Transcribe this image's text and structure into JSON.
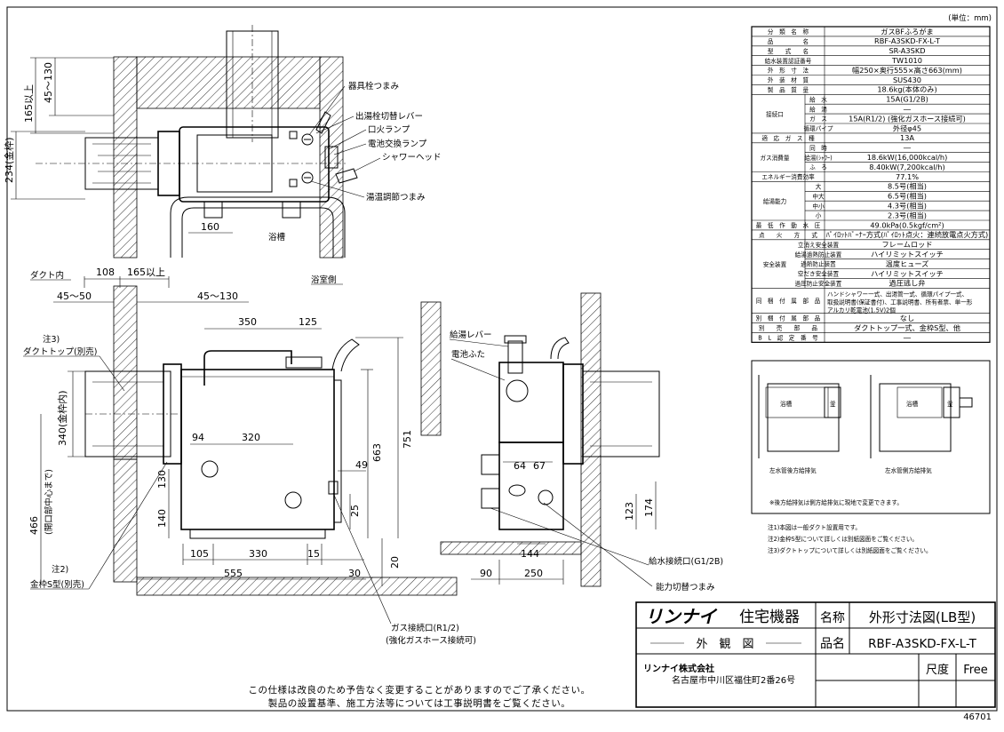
{
  "unit_note": "(単位：mm)",
  "spec_table": {
    "rows": [
      {
        "label": "分　類　名　称",
        "value": "ガスBFふろがま"
      },
      {
        "label": "品　　　　　名",
        "value": "RBF-A3SKD-FX-L-T"
      },
      {
        "label": "型　　式　　名",
        "value": "SR-A3SKD"
      },
      {
        "label": "給水装置認証番号",
        "value": "TW1010"
      },
      {
        "label": "外　形　寸　法",
        "value": "幅250×奥行555×高さ663(mm)"
      },
      {
        "label": "外　装　材　質",
        "value": "SUS430"
      },
      {
        "label": "製　品　質　量",
        "value": "18.6kg(本体のみ)"
      },
      {
        "group": "接続口",
        "label": "給　水",
        "value": "15A(G1/2B)"
      },
      {
        "group": "",
        "label": "給　湯",
        "value": "―"
      },
      {
        "group": "",
        "label": "ガ　ス",
        "value": "15A(R1/2) (強化ガスホース接続可)"
      },
      {
        "group": "",
        "label": "循環パイプ",
        "value": "外径φ45"
      },
      {
        "label": "適　応　ガ　ス　種",
        "value": "13A"
      },
      {
        "group": "ガス消費量",
        "label": "同　時",
        "value": "―"
      },
      {
        "group": "",
        "label": "給湯(ｼｬﾜｰ)",
        "value": "18.6kW(16,000kcal/h)"
      },
      {
        "group": "",
        "label": "ふ　ろ",
        "value": "8.40kW(7,200kcal/h)"
      },
      {
        "label": "エネルギー消費効率",
        "value": "77.1%"
      },
      {
        "group": "給湯能力",
        "label": "大",
        "value": "8.5号(相当)"
      },
      {
        "group": "",
        "label": "中大",
        "value": "6.5号(相当)"
      },
      {
        "group": "",
        "label": "中小",
        "value": "4.3号(相当)"
      },
      {
        "group": "",
        "label": "小",
        "value": "2.3号(相当)"
      },
      {
        "label": "最　低　作　動　水　圧",
        "value": "49.0kPa(0.5kgf/cm²)"
      },
      {
        "label": "点　　火　　方　　式",
        "value": "ﾊﾟｲﾛｯﾄﾊﾞｰﾅｰ方式(ﾊﾟｲﾛｯﾄ点火：連続放電点火方式)"
      },
      {
        "group": "安全装置",
        "label": "立消え安全装置",
        "value": "フレームロッド"
      },
      {
        "group": "",
        "label": "給湯過熱防止装置",
        "value": "ハイリミットスイッチ"
      },
      {
        "group": "",
        "label": "過熱防止装置",
        "value": "温度ヒューズ"
      },
      {
        "group": "",
        "label": "空だき安全装置",
        "value": "ハイリミットスイッチ"
      },
      {
        "group": "",
        "label": "過圧防止安全装置",
        "value": "過圧逃し弁"
      },
      {
        "label": "同　梱　付　属　部　品",
        "value": "ハンドシャワー一式、出湯管一式、循環パイプ一式、取扱説明書(保証書付)、工事説明書、所有者票、単一形アルカリ乾電池(1.5V)2個"
      },
      {
        "label": "別　梱　付　属　部　品",
        "value": "なし"
      },
      {
        "label": "別　　売　　部　　品",
        "value": "ダクトトップ一式、金枠S型、他"
      },
      {
        "label": "B　L　認　定　番　号",
        "value": "―"
      }
    ]
  },
  "top_view": {
    "labels": {
      "drain_knob": "器具栓つまみ",
      "outlet_lever": "出湯栓切替レバー",
      "pilot_lamp": "口火ランプ",
      "battery_lamp": "電池交換ランプ",
      "shower_head": "シャワーヘッド",
      "temp_knob": "湯温調節つまみ",
      "bathtub": "浴槽"
    },
    "dims": {
      "d_165": "165以上",
      "d_45_130": "45～130",
      "d_234": "234(金枠)",
      "d_160": "160"
    }
  },
  "front_view": {
    "labels": {
      "duct_inside": "ダクト内",
      "bathroom_side": "浴室側",
      "note3": "注3)",
      "duct_top": "ダクトトップ(別売)",
      "note2": "注2)",
      "frame_s": "金枠S型(別売)",
      "gas_conn": "ガス接続口(R1/2)",
      "gas_conn_sub": "(強化ガスホース接続可)"
    },
    "dims": {
      "d_108": "108",
      "d_165": "165以上",
      "d_45_50": "45～50",
      "d_45_130": "45～130",
      "d_350": "350",
      "d_125": "125",
      "d_340": "340(金枠内)",
      "d_94": "94",
      "d_320": "320",
      "d_466": "466",
      "d_466_sub": "(開口部中心まで)",
      "d_130": "130",
      "d_140": "140",
      "d_49": "49",
      "d_25": "25",
      "d_663": "663",
      "d_751": "751",
      "d_105": "105",
      "d_330": "330",
      "d_15": "15",
      "d_555": "555",
      "d_30": "30",
      "d_20": "20"
    }
  },
  "side_view": {
    "labels": {
      "supply_lever": "給湯レバー",
      "battery_cover": "電池ふた",
      "water_conn": "給水接続口(G1/2B)",
      "capacity_knob": "能力切替つまみ"
    },
    "dims": {
      "d_64": "64",
      "d_67": "67",
      "d_144": "144",
      "d_123": "123",
      "d_174": "174",
      "d_90": "90",
      "d_250": "250"
    }
  },
  "install_diagram": {
    "labels": {
      "bath_a": "浴槽",
      "bath_b": "浴槽",
      "kama_a": "釜",
      "kama_b": "釜",
      "caption_left": "左水管後方給排気",
      "caption_right": "左水管側方給排気",
      "footnote": "※後方給排気は側方給排気に現地で変更できます。"
    }
  },
  "notes": [
    "注1)本図は一般ダクト設置用です。",
    "注2)金枠S型について詳しくは別紙図面をご覧ください。",
    "注3)ダクトトップについて詳しくは別紙図面をご覧ください。"
  ],
  "title_block": {
    "brand": "リンナイ",
    "brand_sub": "住宅機器",
    "view_label": "外　観　図",
    "name_label": "名称",
    "name_value": "外形寸法図(LB型)",
    "product_label": "品名",
    "product_value": "RBF-A3SKD-FX-L-T",
    "company": "リンナイ株式会社",
    "address": "名古屋市中川区福住町2番26号",
    "scale_label": "尺度",
    "scale_value": "Free"
  },
  "footer": {
    "line1": "この仕様は改良のため予告なく変更することがありますのでご了承ください。",
    "line2": "製品の設置基準、施工方法等については工事説明書をご覧ください。"
  },
  "drawing_number": "46701"
}
